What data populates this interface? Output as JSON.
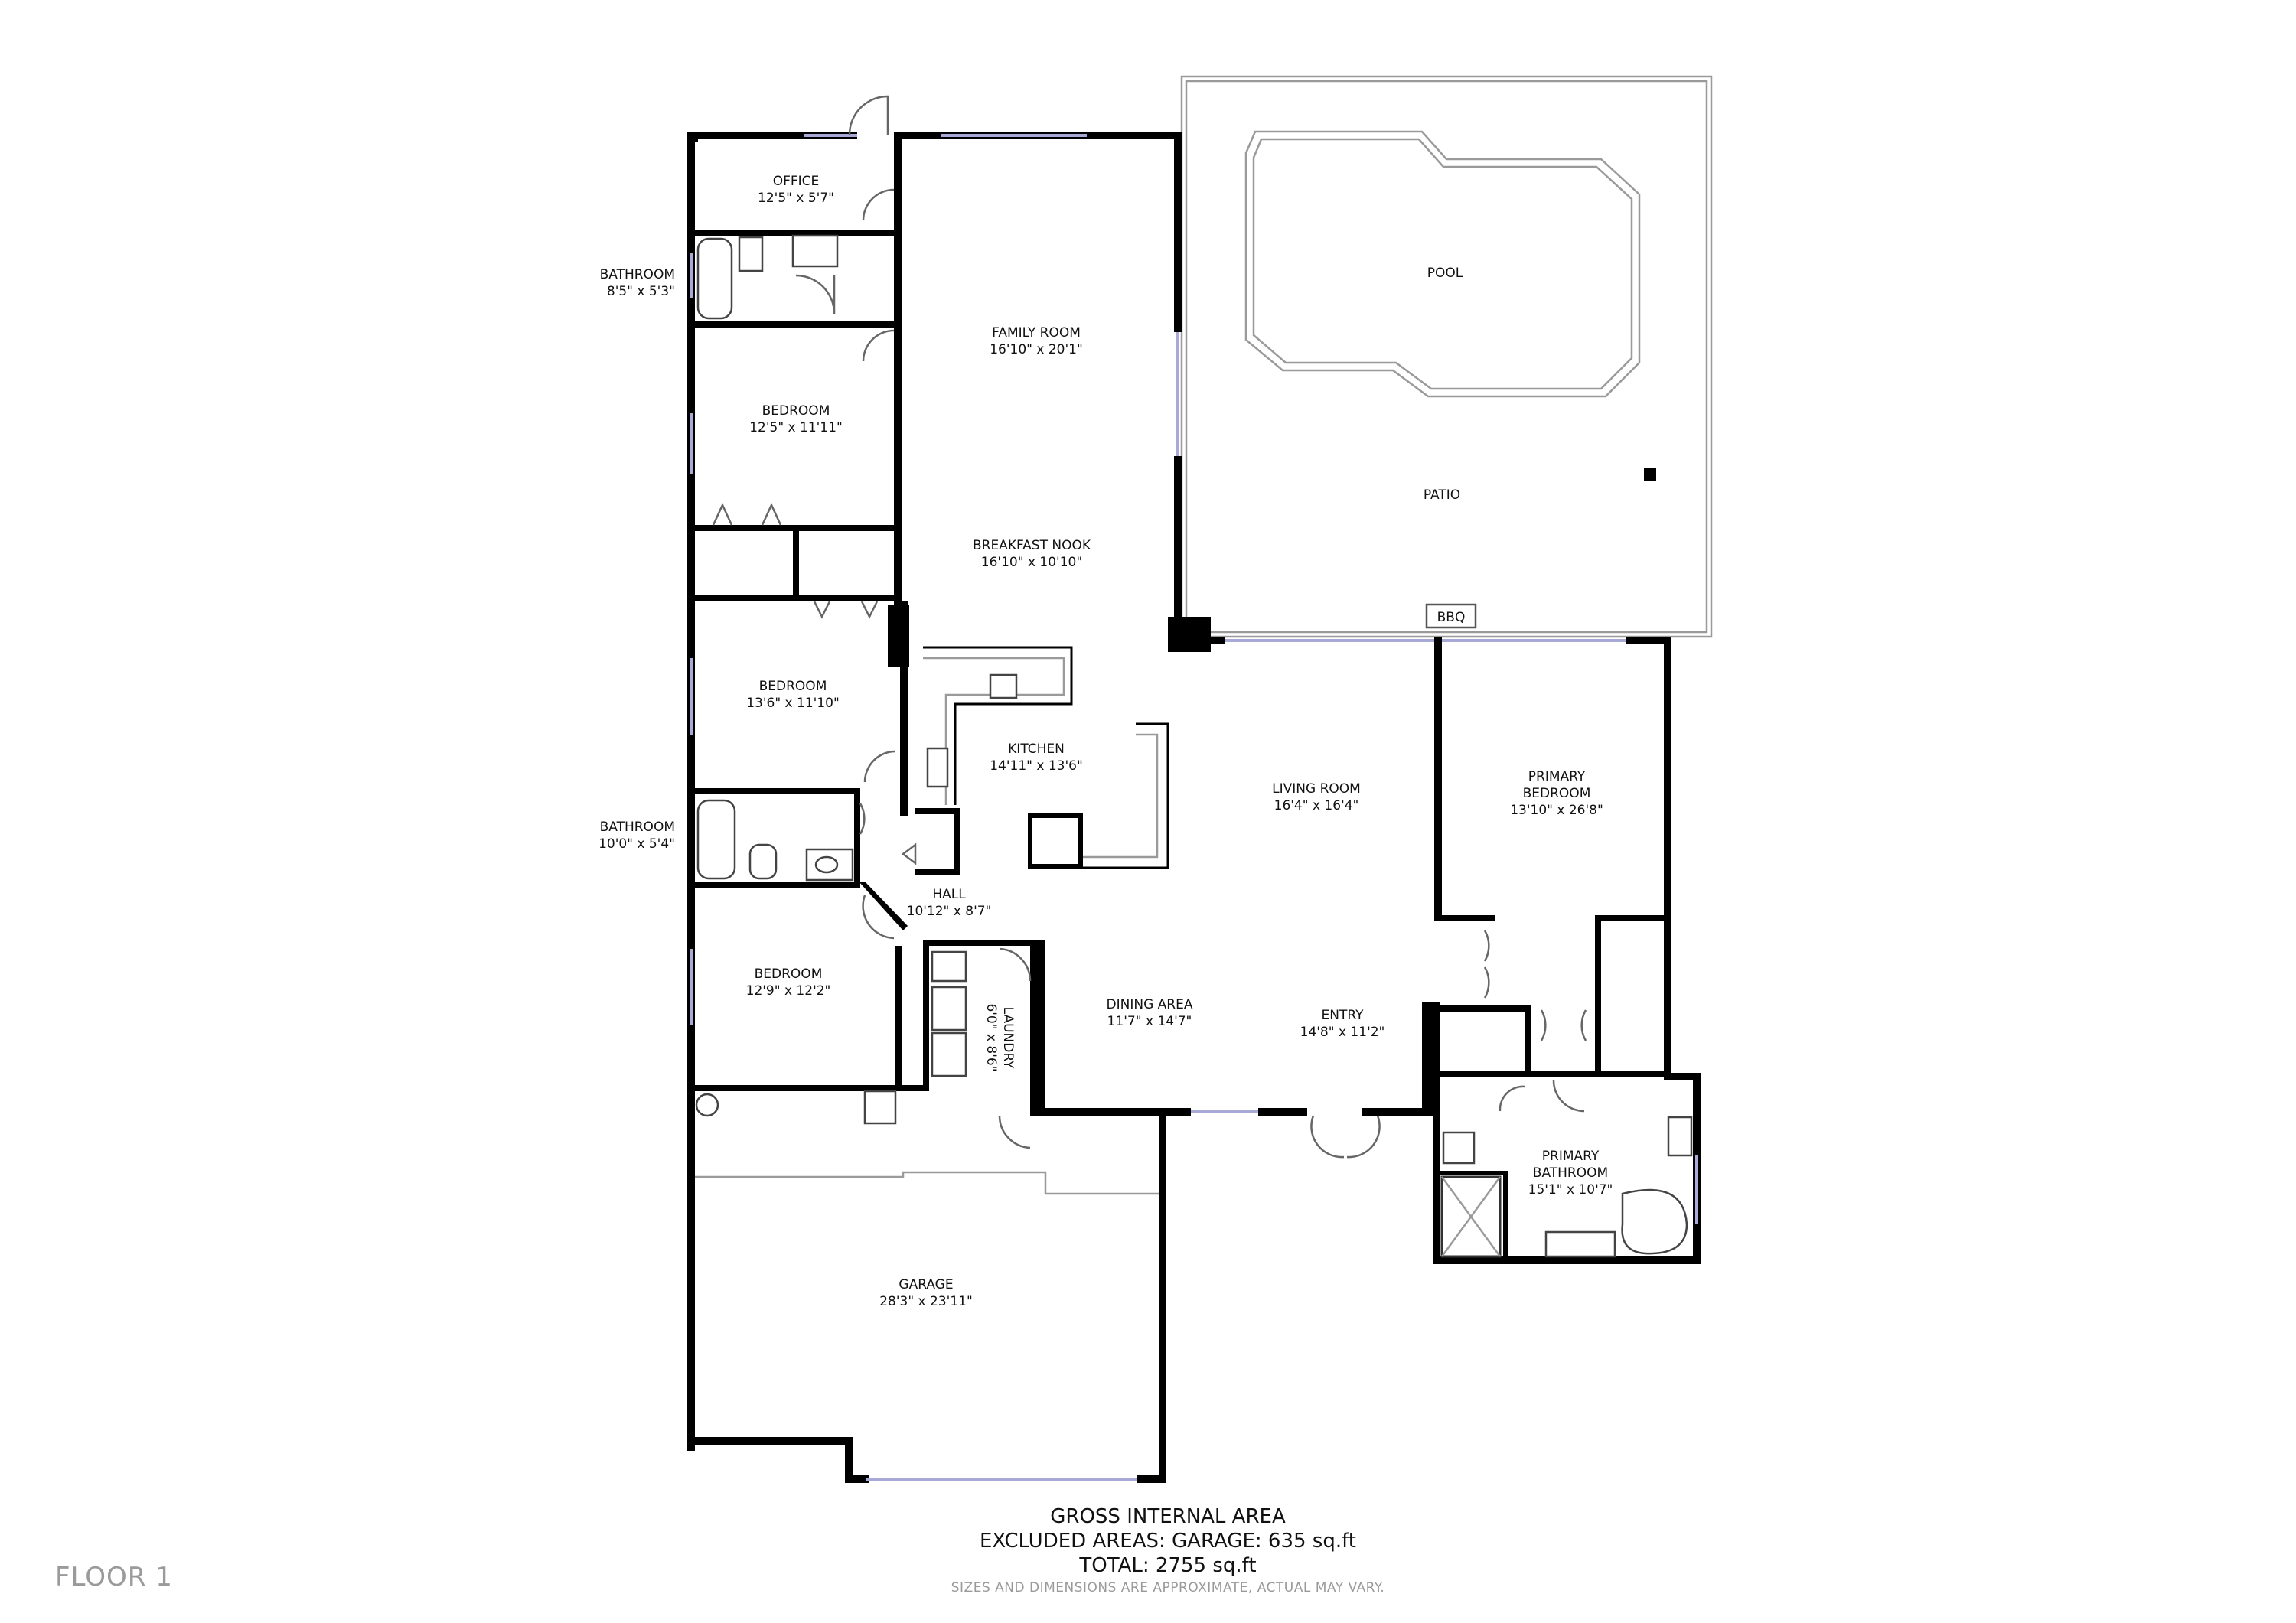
{
  "floor_label": "FLOOR 1",
  "rooms": {
    "office": {
      "name": "OFFICE",
      "dims": "12'5\" x 5'7\""
    },
    "bathroom_1": {
      "name": "BATHROOM",
      "dims": "8'5\" x 5'3\""
    },
    "family_room": {
      "name": "FAMILY ROOM",
      "dims": "16'10\" x 20'1\""
    },
    "bedroom_1": {
      "name": "BEDROOM",
      "dims": "12'5\" x 11'11\""
    },
    "breakfast_nook": {
      "name": "BREAKFAST NOOK",
      "dims": "16'10\" x 10'10\""
    },
    "bedroom_2": {
      "name": "BEDROOM",
      "dims": "13'6\" x 11'10\""
    },
    "kitchen": {
      "name": "KITCHEN",
      "dims": "14'11\" x 13'6\""
    },
    "bathroom_2": {
      "name": "BATHROOM",
      "dims": "10'0\" x 5'4\""
    },
    "hall": {
      "name": "HALL",
      "dims": "10'12\" x 8'7\""
    },
    "bedroom_3": {
      "name": "BEDROOM",
      "dims": "12'9\" x 12'2\""
    },
    "laundry": {
      "name": "LAUNDRY",
      "dims": "6'0\" x 8'6\""
    },
    "dining_area": {
      "name": "DINING AREA",
      "dims": "11'7\" x 14'7\""
    },
    "living_room": {
      "name": "LIVING ROOM",
      "dims": "16'4\" x 16'4\""
    },
    "entry": {
      "name": "ENTRY",
      "dims": "14'8\" x 11'2\""
    },
    "primary_bedroom": {
      "name_line1": "PRIMARY",
      "name_line2": "BEDROOM",
      "dims": "13'10\" x 26'8\""
    },
    "primary_bathroom": {
      "name_line1": "PRIMARY",
      "name_line2": "BATHROOM",
      "dims": "15'1\" x 10'7\""
    },
    "garage": {
      "name": "GARAGE",
      "dims": "28'3\" x 23'11\""
    },
    "pool": {
      "name": "POOL"
    },
    "patio": {
      "name": "PATIO"
    },
    "bbq": {
      "name": "BBQ"
    }
  },
  "area_summary": {
    "title": "GROSS INTERNAL AREA",
    "excluded": "EXCLUDED AREAS: GARAGE: 635 sq.ft",
    "total": "TOTAL: 2755 sq.ft",
    "disclaimer": "SIZES AND DIMENSIONS ARE APPROXIMATE, ACTUAL MAY VARY."
  }
}
